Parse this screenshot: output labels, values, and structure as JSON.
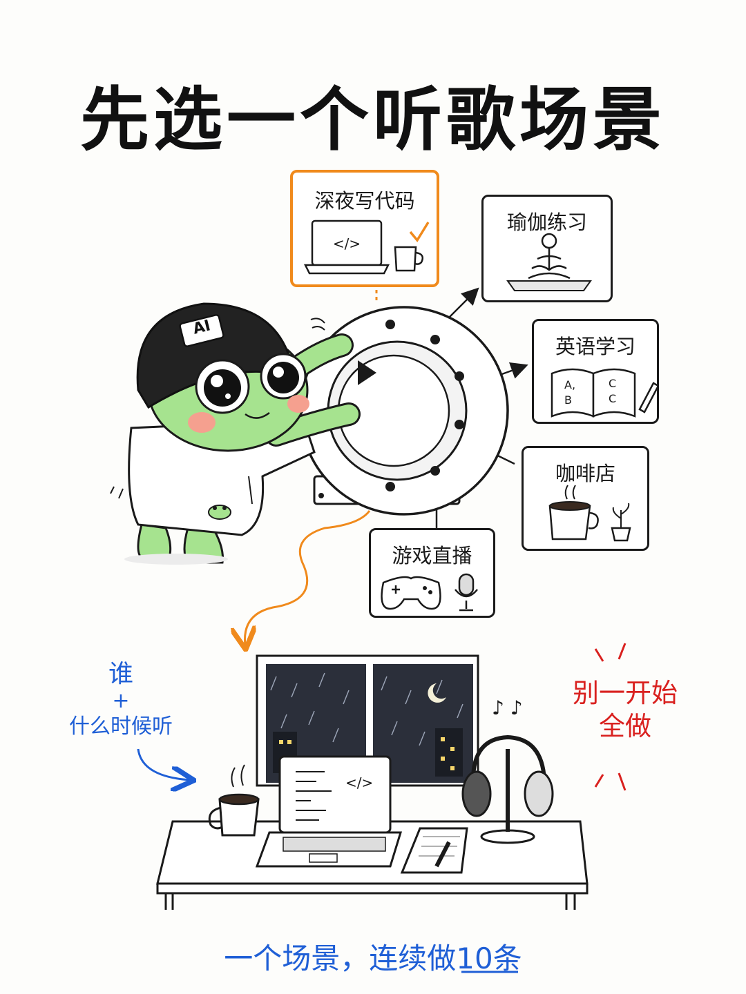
{
  "title": "先选一个听歌场景",
  "scenes": [
    {
      "label": "深夜写代码",
      "selected": true,
      "icon": "laptop-code-icon"
    },
    {
      "label": "瑜伽练习",
      "selected": false,
      "icon": "yoga-icon"
    },
    {
      "label": "英语学习",
      "selected": false,
      "icon": "open-book-icon"
    },
    {
      "label": "咖啡店",
      "selected": false,
      "icon": "coffee-plant-icon"
    },
    {
      "label": "游戏直播",
      "selected": false,
      "icon": "gamepad-mic-icon"
    }
  ],
  "mascot": {
    "hat_text": "AI"
  },
  "selected_card_glyph": "</>",
  "book_letters": [
    "A,",
    "B",
    "C",
    "C"
  ],
  "laptop_glyph": "</>",
  "notes": {
    "who_line1": "谁",
    "who_line2": "+",
    "who_line3": "什么时候听",
    "warning_line1": "别一开始",
    "warning_line2": "全做",
    "bottom": "一个场景，连续做10条"
  },
  "colors": {
    "accent_orange": "#f08a1c",
    "note_blue": "#1f5fd6",
    "note_red": "#d9211f",
    "frog_green": "#a6e38f"
  }
}
